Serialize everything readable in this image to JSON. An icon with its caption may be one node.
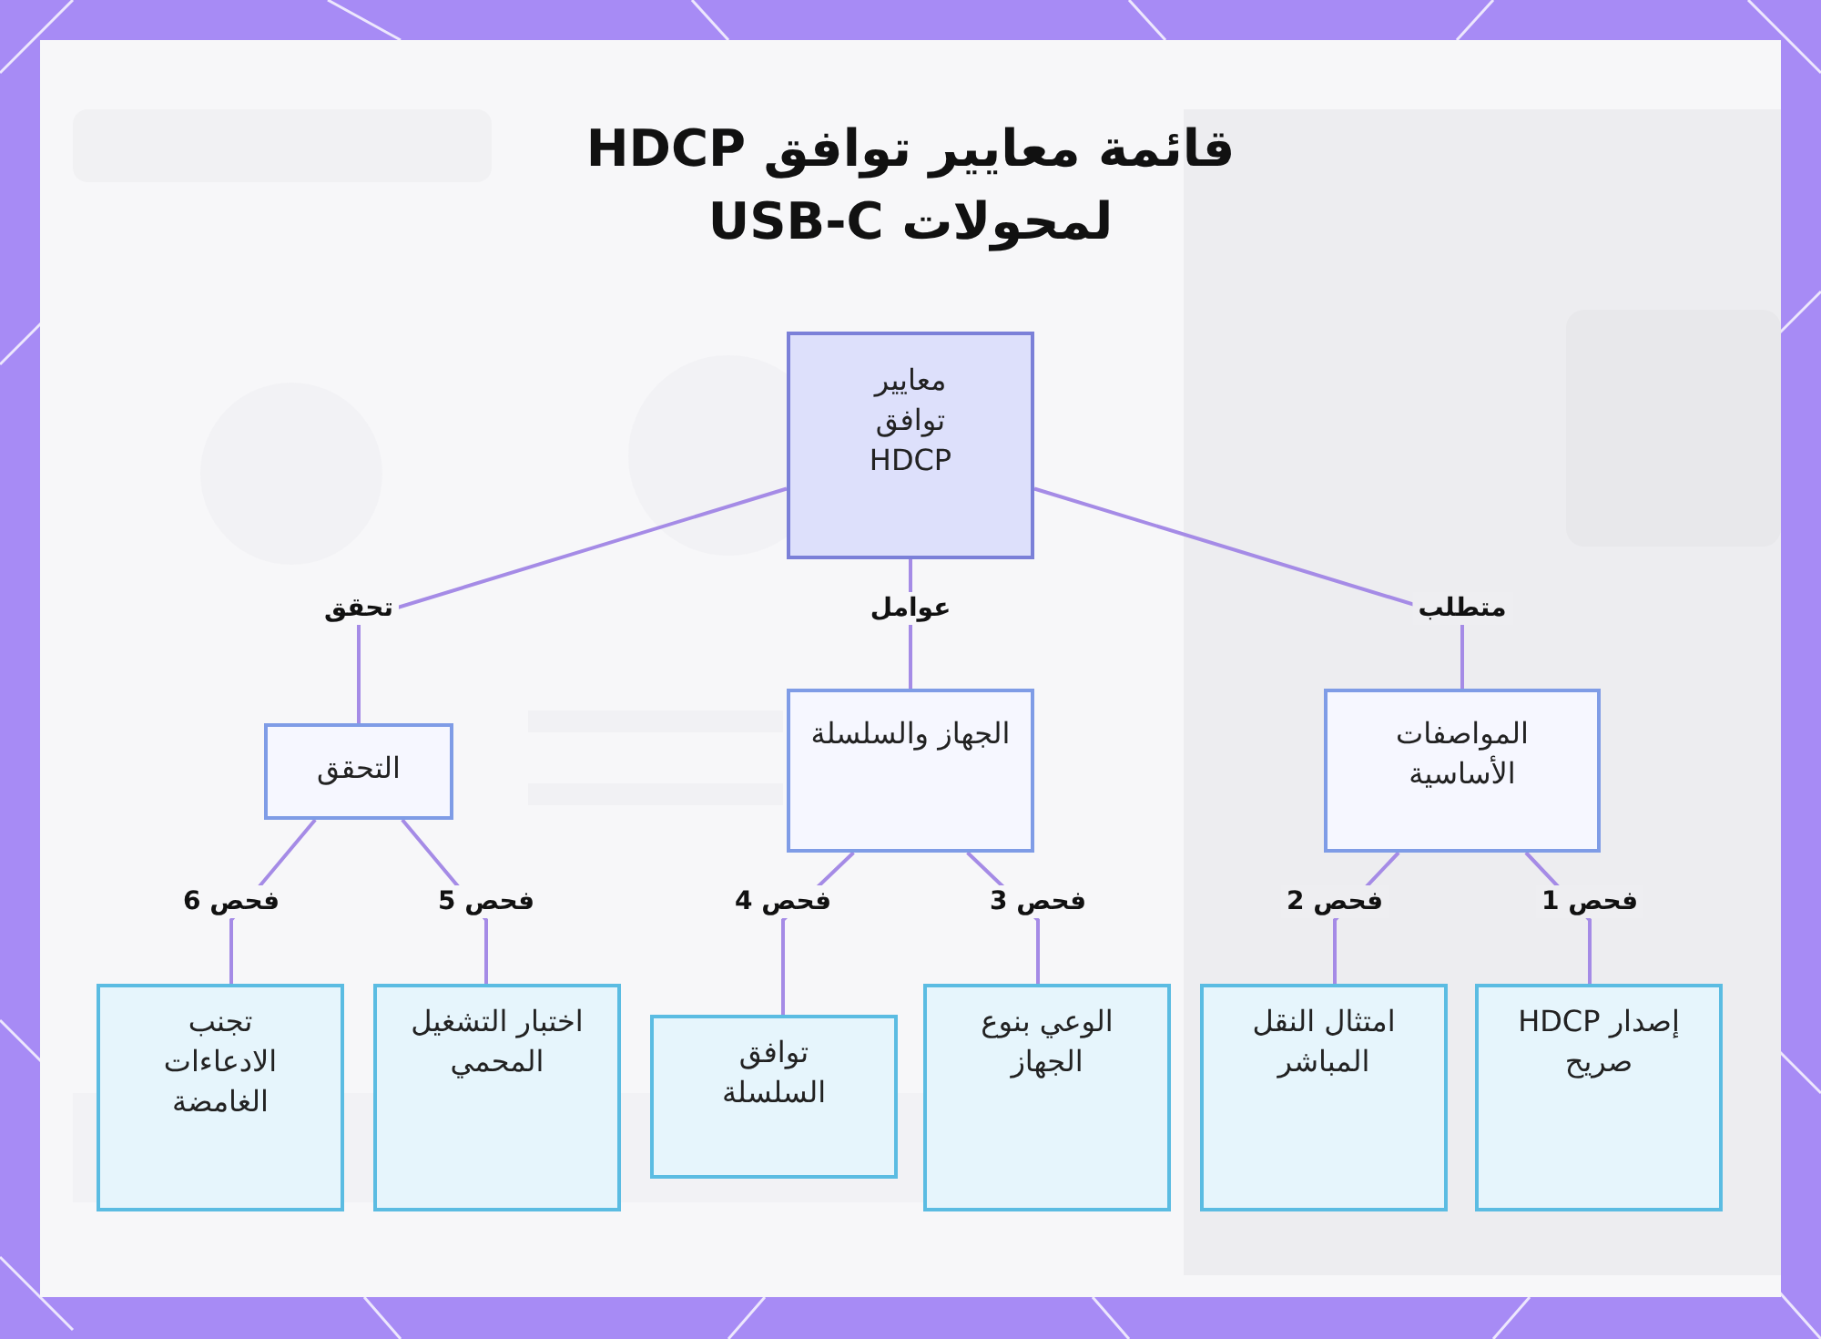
{
  "diagram": {
    "title": "قائمة معايير توافق HDCP لمحولات USB-C",
    "nodes": [
      {
        "text": [
          "معايير توافق HDCP"
        ]
      },
      {
        "text": [
          "المواصفات الأساسية"
        ]
      },
      {
        "text": [
          "الجهاز والسلسلة"
        ]
      },
      {
        "text": [
          "التحقق"
        ]
      },
      {
        "text": [
          "إصدار HDCP صريح"
        ]
      },
      {
        "text": [
          "امتثال النقل المباشر"
        ]
      },
      {
        "text": [
          "الوعي بنوع الجهاز"
        ]
      },
      {
        "text": [
          "توافق السلسلة"
        ]
      },
      {
        "text": [
          "اختبار التشغيل المحمي"
        ]
      },
      {
        "text": [
          "تجنب الادعاءات الغامضة"
        ]
      }
    ],
    "edges": [
      {
        "from": 0,
        "to": 1,
        "arrow": "none",
        "label": "متطلب"
      },
      {
        "from": 0,
        "to": 2,
        "arrow": "none",
        "label": "عوامل"
      },
      {
        "from": 0,
        "to": 3,
        "arrow": "none",
        "label": "تحقق"
      },
      {
        "from": 1,
        "to": 4,
        "arrow": "none",
        "label": "فحص 1"
      },
      {
        "from": 1,
        "to": 5,
        "arrow": "none",
        "label": "فحص 2"
      },
      {
        "from": 2,
        "to": 6,
        "arrow": "none",
        "label": "فحص 3"
      },
      {
        "from": 2,
        "to": 7,
        "arrow": "none",
        "label": "فحص 4"
      },
      {
        "from": 3,
        "to": 8,
        "arrow": "none",
        "label": "فحص 5"
      },
      {
        "from": 3,
        "to": 9,
        "arrow": "none",
        "label": "فحص 6"
      }
    ]
  }
}
